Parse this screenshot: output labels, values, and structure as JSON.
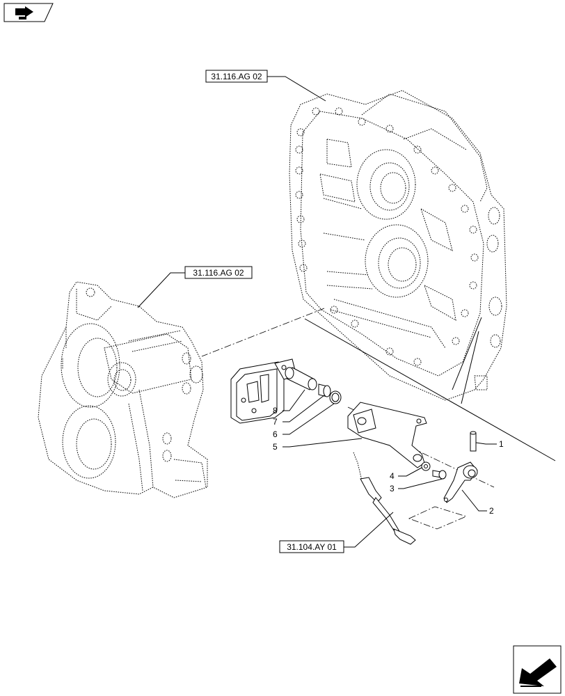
{
  "references": [
    {
      "id": "ref-top",
      "text": "31.116.AG 02"
    },
    {
      "id": "ref-left",
      "text": "31.116.AG 02"
    },
    {
      "id": "ref-bottom",
      "text": "31.104.AY 01"
    }
  ],
  "callouts": [
    "1",
    "2",
    "3",
    "4",
    "5",
    "6",
    "7",
    "8"
  ],
  "icons": {
    "top_left": "book-arrow-icon",
    "bottom_right": "next-page-arrow-icon"
  }
}
